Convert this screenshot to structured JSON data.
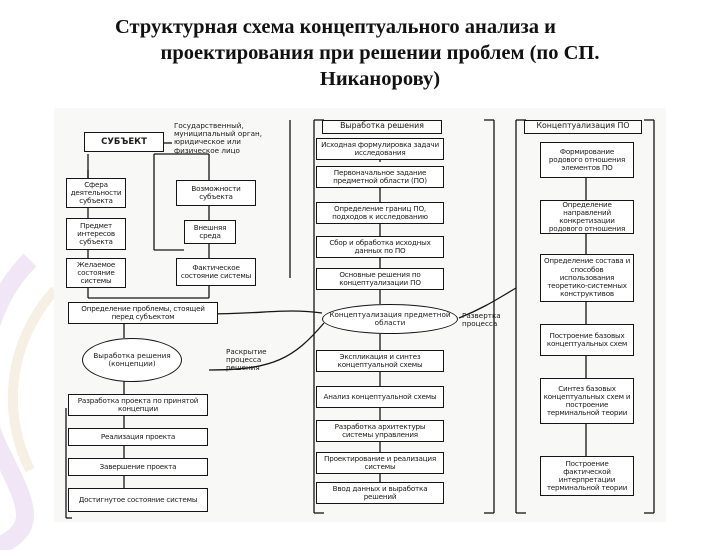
{
  "title": {
    "line1": "Структурная схема концептуального анализа и",
    "line2": "проектирования при решении проблем (по СП.",
    "line3": "Никанорову)"
  },
  "diagram": {
    "left": {
      "subject": "СУБЪЕКТ",
      "subject_note": "Государственный, муниципальный орган, юридическое или физическое лицо",
      "sphere": "Сфера деятельности субъекта",
      "subject_of_interest": "Предмет интересов субъекта",
      "desired_state": "Желаемое состояние системы",
      "capabilities": "Возможности субъекта",
      "external_env": "Внешняя среда",
      "actual_state": "Фактическое состояние системы",
      "problem_def": "Определение проблемы, стоящей перед субъектом",
      "solution_dev": "Выработка решения (концепции)",
      "solution_note": "Раскрытие процесса решения",
      "project_dev": "Разработка проекта по принятой концепции",
      "project_impl": "Реализация проекта",
      "project_end": "Завершение проекта",
      "system_achieved": "Достигнутое состояние системы"
    },
    "middle": {
      "header": "Выработка решения",
      "initial": "Исходная формулировка задачи исследования",
      "preliminary": "Первоначальное задание предметной области (ПО)",
      "bounds": "Определение границ ПО, подходов к исследованию",
      "collect": "Сбор и обработка исходных данных по ПО",
      "basic": "Основные решения по концептуализации ПО",
      "concept_oval": "Концептуализация предметной области",
      "unfold_note": "Развертка процесса",
      "explicate": "Экспликация и синтез концептуальной схемы",
      "analysis": "Анализ концептуальной схемы",
      "architecture": "Разработка архитектуры системы управления",
      "design": "Проектирование и реализация системы",
      "input": "Ввод данных и выработка решений"
    },
    "right": {
      "header": "Концептуализация ПО",
      "r1": "Формирование родового отношения элементов ПО",
      "r2": "Определение направлений конкретизации родового отношения",
      "r3": "Определение состава и способов использования теоретико-системных конструктивов",
      "r4": "Построение базовых концептуальных схем",
      "r5": "Синтез базовых концептуальных схем и построение терминальной теории",
      "r6": "Построение фактической интерпретации терминальной теории"
    }
  }
}
